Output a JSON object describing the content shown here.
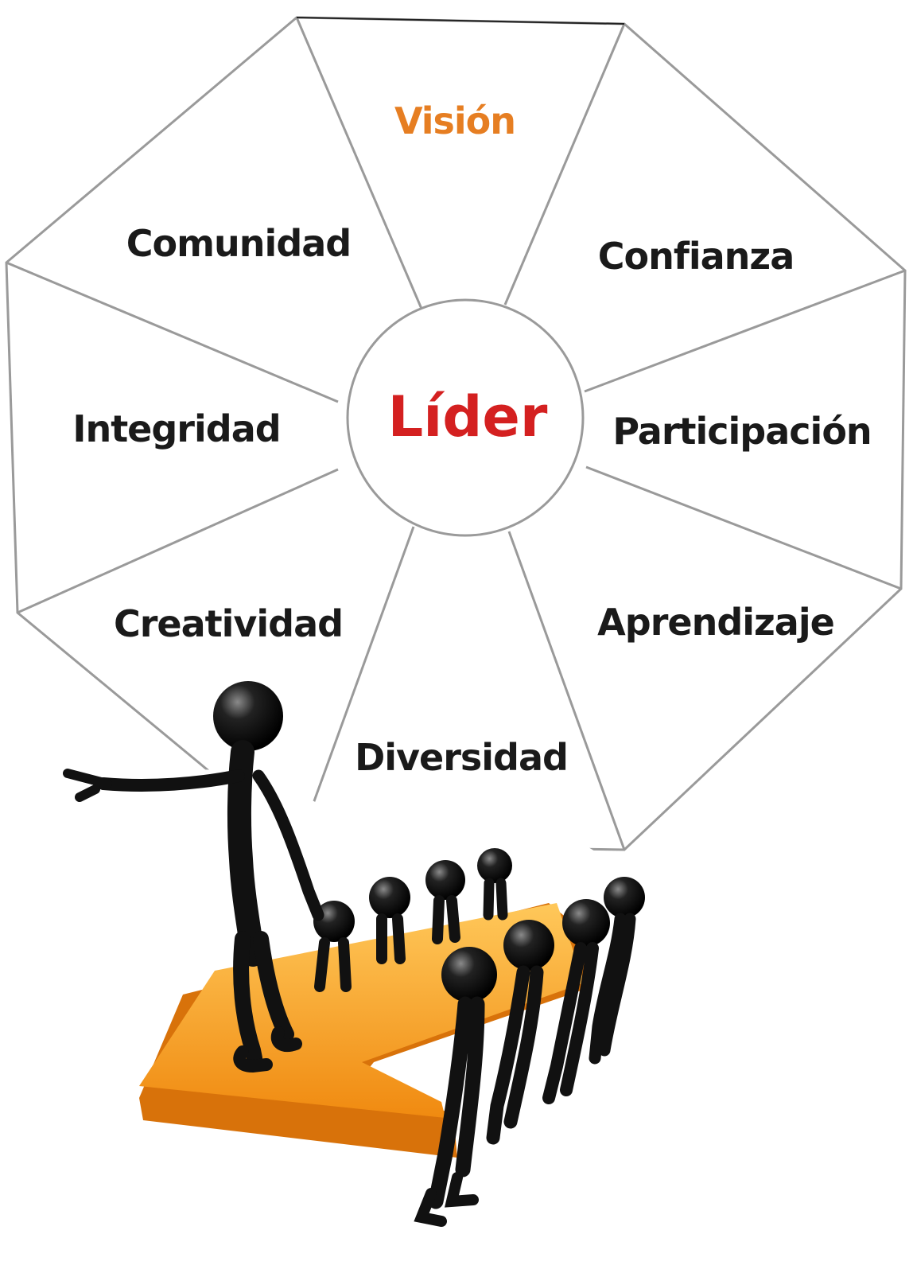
{
  "diagram": {
    "center": {
      "label": "Líder",
      "color": "#d42020"
    },
    "segments": [
      {
        "label": "Visión",
        "color": "#e67e22"
      },
      {
        "label": "Confianza",
        "color": "#1a1a1a"
      },
      {
        "label": "Participación",
        "color": "#1a1a1a"
      },
      {
        "label": "Aprendizaje",
        "color": "#1a1a1a"
      },
      {
        "label": "Diversidad",
        "color": "#1a1a1a"
      },
      {
        "label": "Creatividad",
        "color": "#1a1a1a"
      },
      {
        "label": "Integridad",
        "color": "#1a1a1a"
      },
      {
        "label": "Comunidad",
        "color": "#1a1a1a"
      }
    ],
    "line_color": "#a0a0a0",
    "arrow_color": "#f5a623",
    "figure_color": "#111111"
  }
}
